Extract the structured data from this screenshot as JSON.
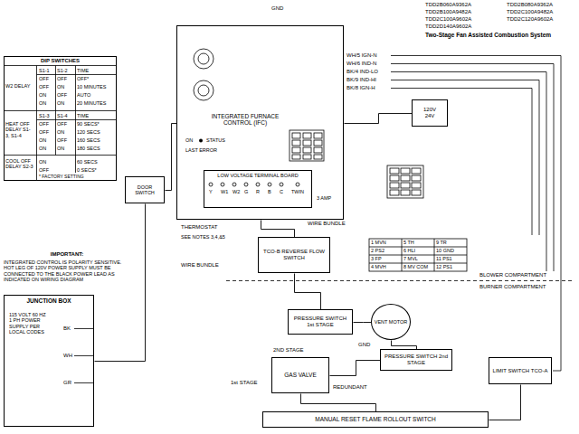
{
  "diagram": {
    "title": "Two-Stage Fan Assisted Combustion System",
    "nodes": [
      {
        "text": [
          "DIP SWITCHES"
        ]
      },
      {
        "text": [
          "INTEGRATED FURNACE CONTROL (IFC)"
        ]
      },
      {
        "text": [
          "LOW VOLTAGE TERMINAL BOARD"
        ],
        "in": 1
      },
      {
        "text": [
          "DOOR SWITCH"
        ]
      },
      {
        "text": [
          "120V",
          "24V"
        ]
      },
      {
        "text": [
          "TCO-B REVERSE FLOW SWITCH"
        ]
      },
      {
        "text": [
          "JUNCTION BOX"
        ]
      },
      {
        "text": [
          "PRESSURE SWITCH 1st STAGE"
        ]
      },
      {
        "text": [
          "VENT MOTOR"
        ]
      },
      {
        "text": [
          "PRESSURE SWITCH 2nd STAGE"
        ]
      },
      {
        "text": [
          "GAS VALVE"
        ]
      },
      {
        "text": [
          "LIMIT SWITCH TCO-A"
        ]
      },
      {
        "text": [
          "MANUAL RESET FLAME ROLLOUT SWITCH"
        ]
      }
    ],
    "edges": [
      {
        "from": 1,
        "to": 4,
        "arrow": "none"
      },
      {
        "from": 1,
        "to": 3,
        "arrow": "none"
      },
      {
        "from": 1,
        "to": 5,
        "arrow": "none"
      },
      {
        "from": 5,
        "to": 7,
        "arrow": "none"
      },
      {
        "from": 7,
        "to": 8,
        "arrow": "none"
      },
      {
        "from": 8,
        "to": 9,
        "arrow": "none"
      },
      {
        "from": 9,
        "to": 10,
        "arrow": "none"
      },
      {
        "from": 10,
        "to": 12,
        "arrow": "none"
      },
      {
        "from": 11,
        "to": 12,
        "arrow": "none"
      },
      {
        "from": 6,
        "to": 3,
        "arrow": "none"
      }
    ],
    "labels": [
      "TDD2B060A9362A",
      "TDD2B080A9362A",
      "TDD2B100A9482A",
      "TDD2C100A9482A",
      "TDD2C100A9602A",
      "TDD2C120A9602A",
      "TDD2D140A9602A",
      "W2 DELAY",
      "S1-1",
      "S1-2",
      "TIME",
      "OFF",
      "OFF",
      "OFF*",
      "OFF",
      "ON",
      "10 MINUTES",
      "ON",
      "OFF",
      "AUTO",
      "ON",
      "ON",
      "20 MINUTES",
      "HEAT OFF DELAY S1-3, S1-4",
      "S1-3",
      "S1-4",
      "TIME",
      "OFF",
      "OFF",
      "90 SECS*",
      "OFF",
      "ON",
      "120 SECS",
      "ON",
      "OFF",
      "160 SECS",
      "ON",
      "ON",
      "180 SECS",
      "COOL OFF DELAY S2-3",
      "ON",
      "60 SECS",
      "OFF",
      "0 SECS*",
      "* FACTORY SETTING",
      "ON",
      "STATUS",
      "LAST ERROR",
      "3 AMP",
      "Y",
      "W1",
      "W2",
      "G",
      "R",
      "B",
      "C",
      "TWIN",
      "THERMOSTAT",
      "SEE NOTES 3,4,&5",
      "WH/5 IGN-N",
      "WH/6 IND-N",
      "BK/4 IND-LO",
      "BK/9 IND-HI",
      "BK/8 IGN-H",
      "WIRE BUNDLE",
      "WIRE BUNDLE",
      "BLOWER COMPARTMENT",
      "BURNER COMPARTMENT",
      "1 MVN",
      "5 TH",
      "9 TR",
      "2 PS2",
      "6 HLI",
      "10 GND",
      "3 FP",
      "7 MVL",
      "11 PS1",
      "4 MVH",
      "8 MV COM",
      "12 PS1",
      "IMPORTANT:",
      "INTEGRATED CONTROL IS POLARITY SENSITIVE. HOT LEG OF 120V POWER SUPPLY MUST BE CONNECTED TO THE BLACK POWER LEAD AS INDICATED ON WIRING DIAGRAM",
      "GND",
      "GND",
      "2ND STAGE",
      "REDUNDANT",
      "1st STAGE",
      "115 VOLT 60 HZ 1 PH POWER SUPPLY PER LOCAL CODES",
      "BK",
      "WH",
      "GR"
    ]
  }
}
